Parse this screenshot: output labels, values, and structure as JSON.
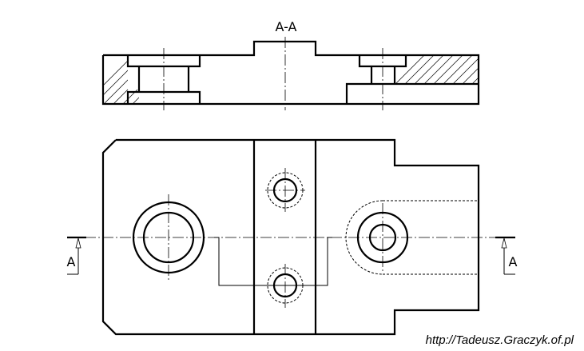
{
  "section_label": "A-A",
  "section_marks": {
    "left": "A",
    "right": "A"
  },
  "source_url": "http://Tadeusz.Graczyk.of.pl"
}
